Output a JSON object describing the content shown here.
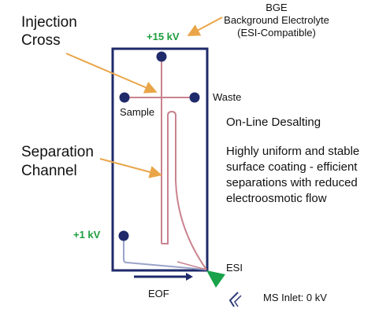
{
  "labels": {
    "bge_title": "BGE",
    "bge_line1": "Background Electrolyte",
    "bge_line2": "(ESI-Compatible)",
    "injection_line1": "Injection",
    "injection_line2": "Cross",
    "voltage_top": "+15 kV",
    "waste": "Waste",
    "sample": "Sample",
    "desalting": "On-Line Desalting",
    "coating_line1": "Highly uniform and stable",
    "coating_line2": "surface coating - efficient",
    "coating_line3": "separations with reduced",
    "coating_line4": "electroosmotic flow",
    "separation_line1": "Separation",
    "separation_line2": "Channel",
    "voltage_bottom": "+1 kV",
    "esi": "ESI",
    "eof": "EOF",
    "ms_inlet": "MS Inlet: 0 kV"
  },
  "colors": {
    "chip_border": "#1f2a6b",
    "reservoir": "#1f2a6b",
    "channel": "#c9828e",
    "arrow": "#e9a548",
    "voltage": "#1e9e3e",
    "esi_cone": "#19a24a",
    "ms_inlet": "#2e3a7a",
    "bottom_channel": "#9aa3c9"
  }
}
